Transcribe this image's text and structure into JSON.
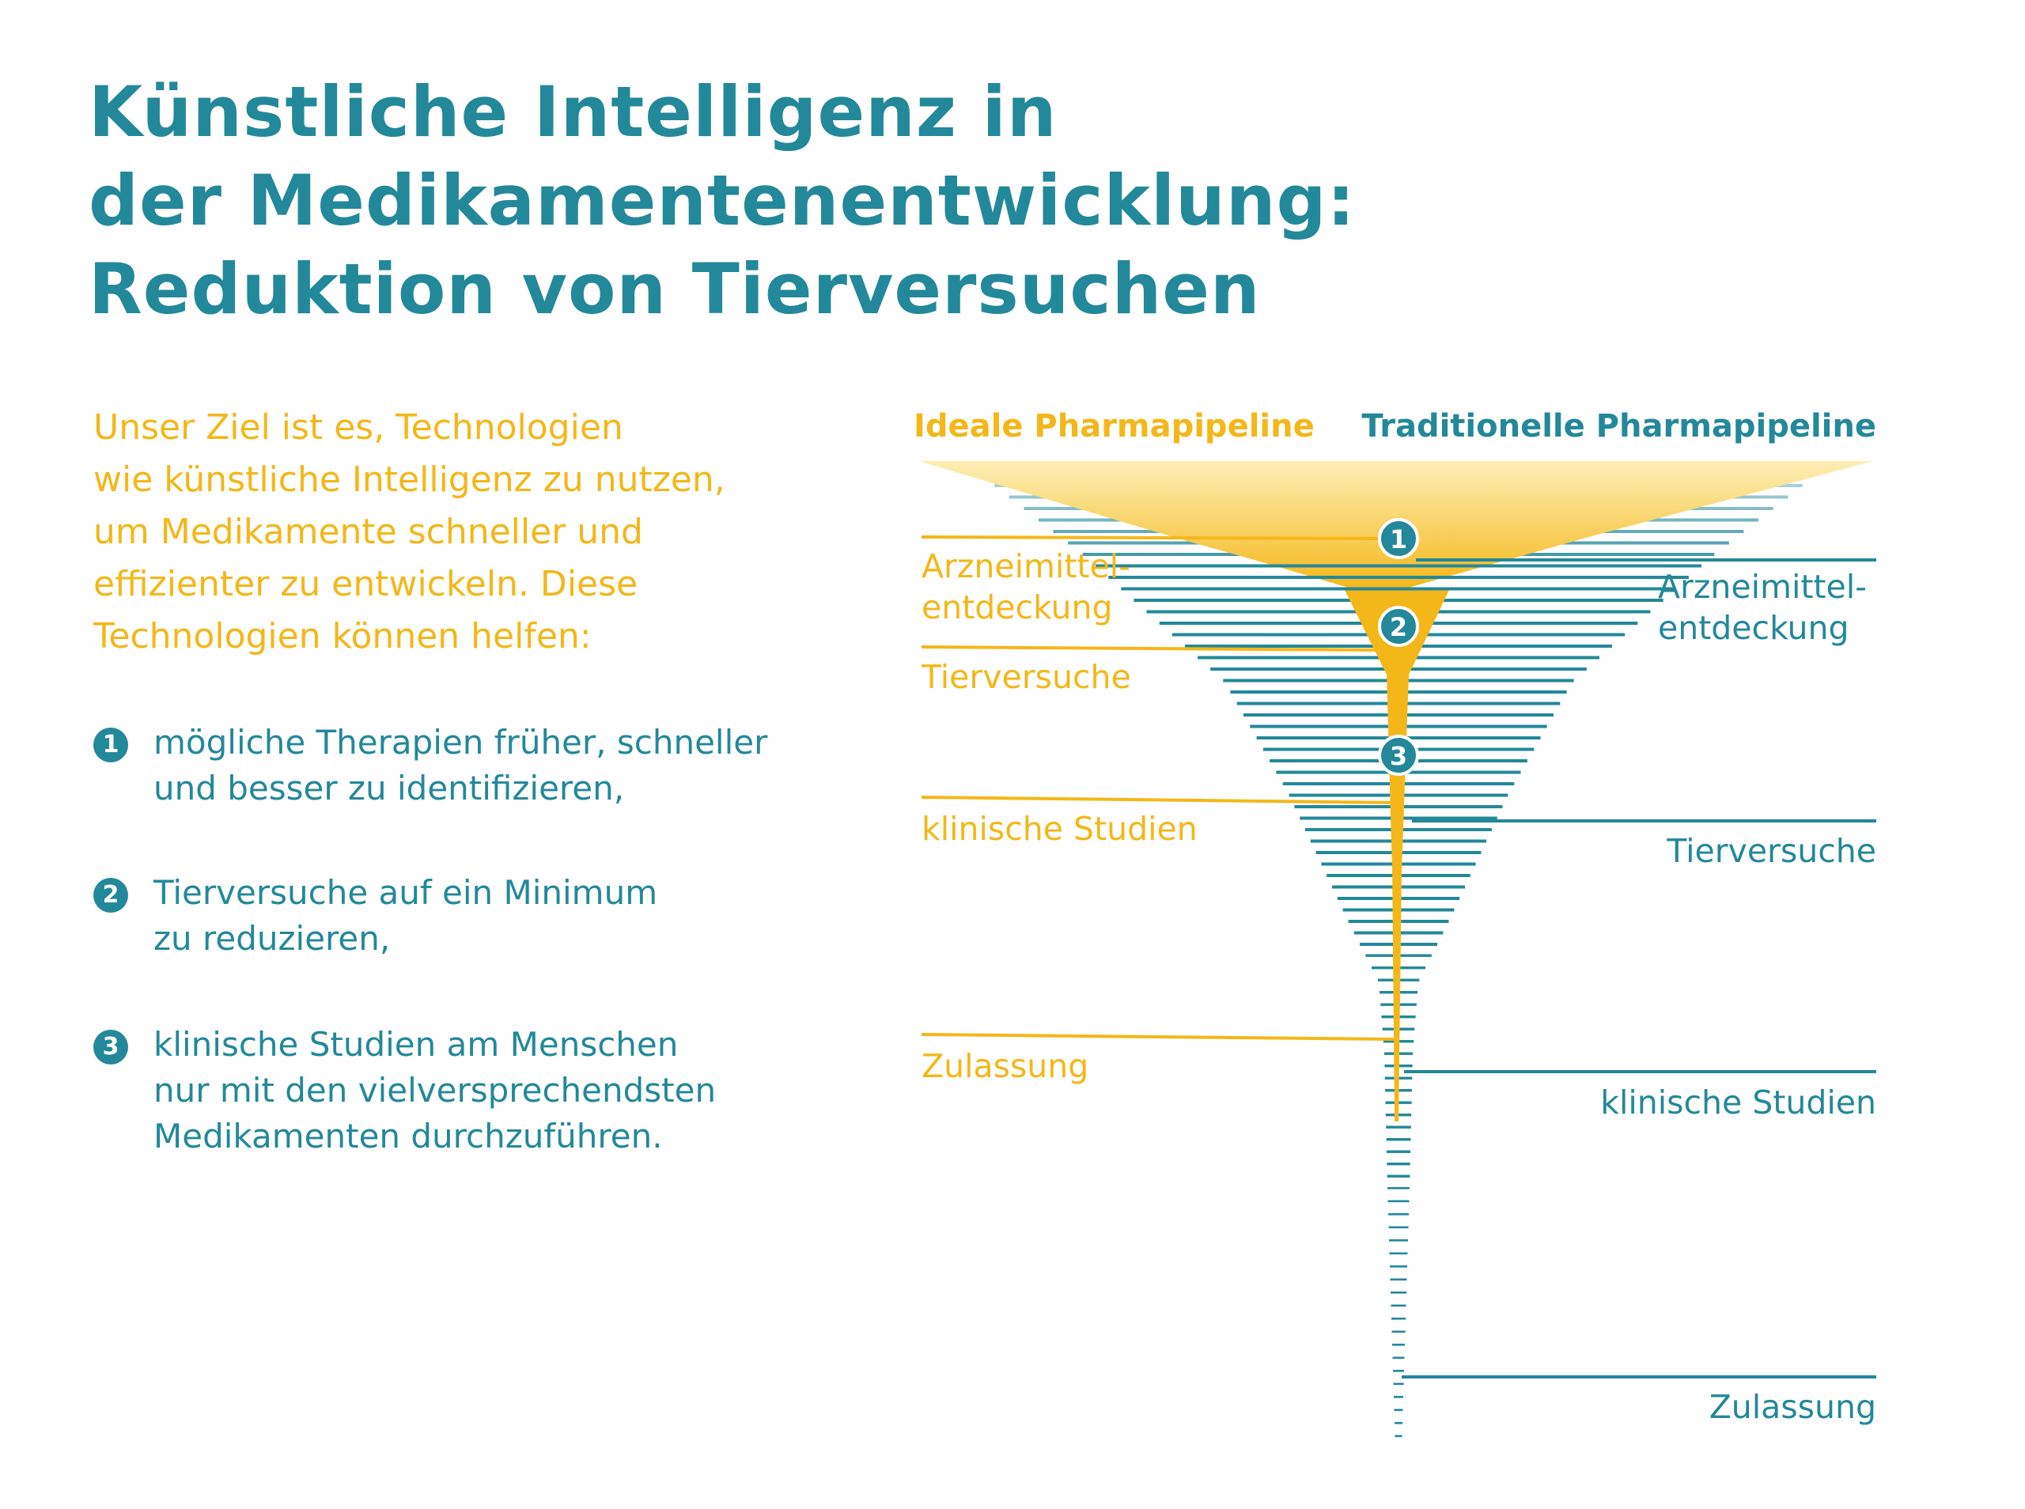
{
  "title": {
    "line1": "Künstliche Intelligenz in",
    "line2": "der Medikamentenentwicklung:",
    "line3": "Reduktion von Tierversuchen"
  },
  "intro": {
    "lines": [
      "Unser Ziel ist es, Technologien",
      "wie künstliche Intelligenz zu nutzen,",
      "um Medikamente schneller und",
      "effizienter zu entwickeln. Diese",
      "Technologien können helfen:"
    ]
  },
  "list": [
    {
      "number": "1",
      "lines": [
        "mögliche Therapien früher, schneller",
        "und besser zu identifizieren,"
      ]
    },
    {
      "number": "2",
      "lines": [
        "Tierversuche auf ein Minimum",
        "zu reduzieren,"
      ]
    },
    {
      "number": "3",
      "lines": [
        "klinische Studien am Menschen",
        "nur mit den vielversprechendsten",
        "Medikamenten durchzuführen."
      ]
    }
  ],
  "diagram": {
    "ideal": {
      "heading": "Ideale Pharmapipeline",
      "stages": [
        {
          "lines": [
            "Arzneimittel-",
            "entdeckung"
          ]
        },
        {
          "lines": [
            "Tierversuche"
          ]
        },
        {
          "lines": [
            "klinische Studien"
          ]
        },
        {
          "lines": [
            "Zulassung"
          ]
        }
      ]
    },
    "traditional": {
      "heading": "Traditionelle Pharmapipeline",
      "stages": [
        {
          "lines": [
            "Arzneimittel-",
            "entdeckung"
          ]
        },
        {
          "lines": [
            "Tierversuche"
          ]
        },
        {
          "lines": [
            "klinische Studien"
          ]
        },
        {
          "lines": [
            "Zulassung"
          ]
        }
      ]
    },
    "markers": [
      "1",
      "2",
      "3"
    ]
  },
  "colors": {
    "teal": "#23889a",
    "yellow": "#f4b719",
    "pale_yellow": "#fbe7a3"
  }
}
